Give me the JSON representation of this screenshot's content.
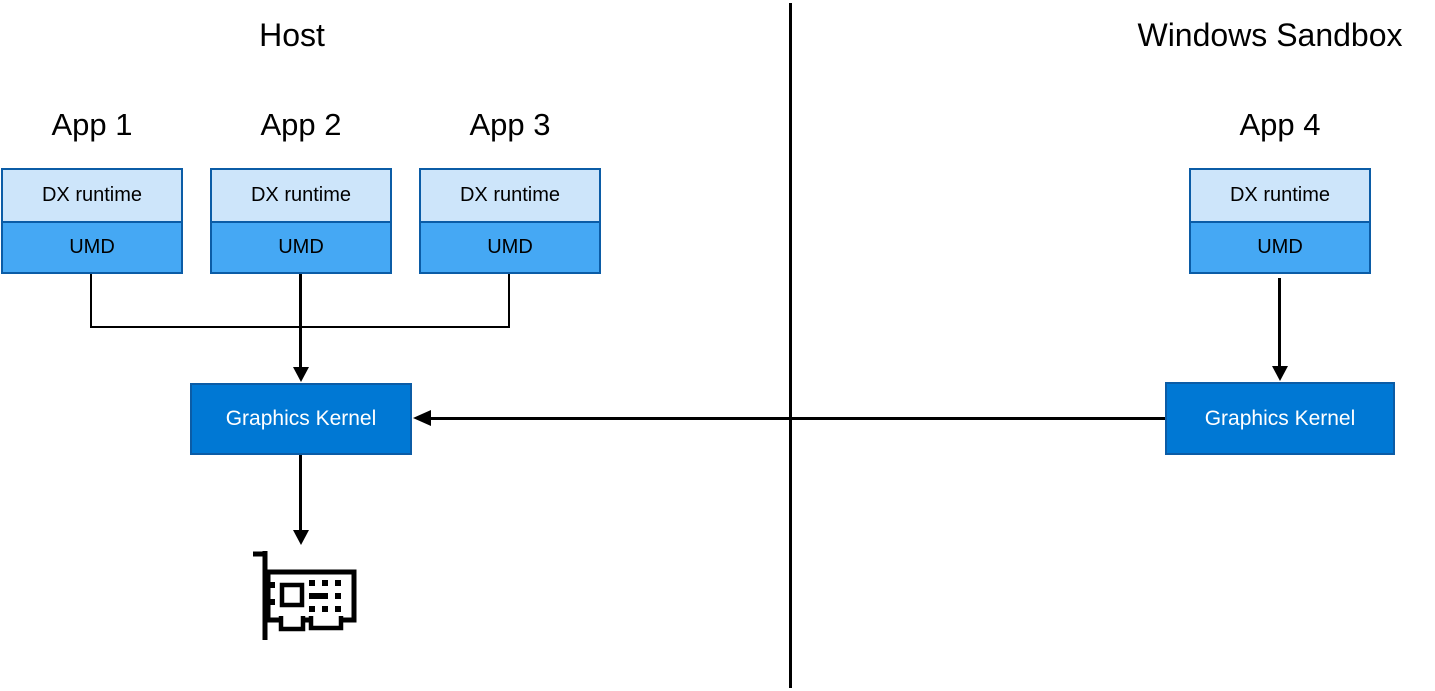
{
  "host": {
    "title": "Host",
    "apps": [
      {
        "label": "App 1",
        "dx_label": "DX runtime",
        "umd_label": "UMD"
      },
      {
        "label": "App 2",
        "dx_label": "DX runtime",
        "umd_label": "UMD"
      },
      {
        "label": "App 3",
        "dx_label": "DX runtime",
        "umd_label": "UMD"
      }
    ],
    "kernel_label": "Graphics Kernel",
    "gpu_icon": "gpu-card-icon"
  },
  "sandbox": {
    "title": "Windows Sandbox",
    "apps": [
      {
        "label": "App 4",
        "dx_label": "DX runtime",
        "umd_label": "UMD"
      }
    ],
    "kernel_label": "Graphics Kernel"
  },
  "colors": {
    "dx_fill": "#cde5fa",
    "umd_fill": "#45a8f4",
    "box_border": "#0b5ca6",
    "kernel_fill": "#0078d4",
    "kernel_text": "#ffffff",
    "connector": "#000000"
  }
}
